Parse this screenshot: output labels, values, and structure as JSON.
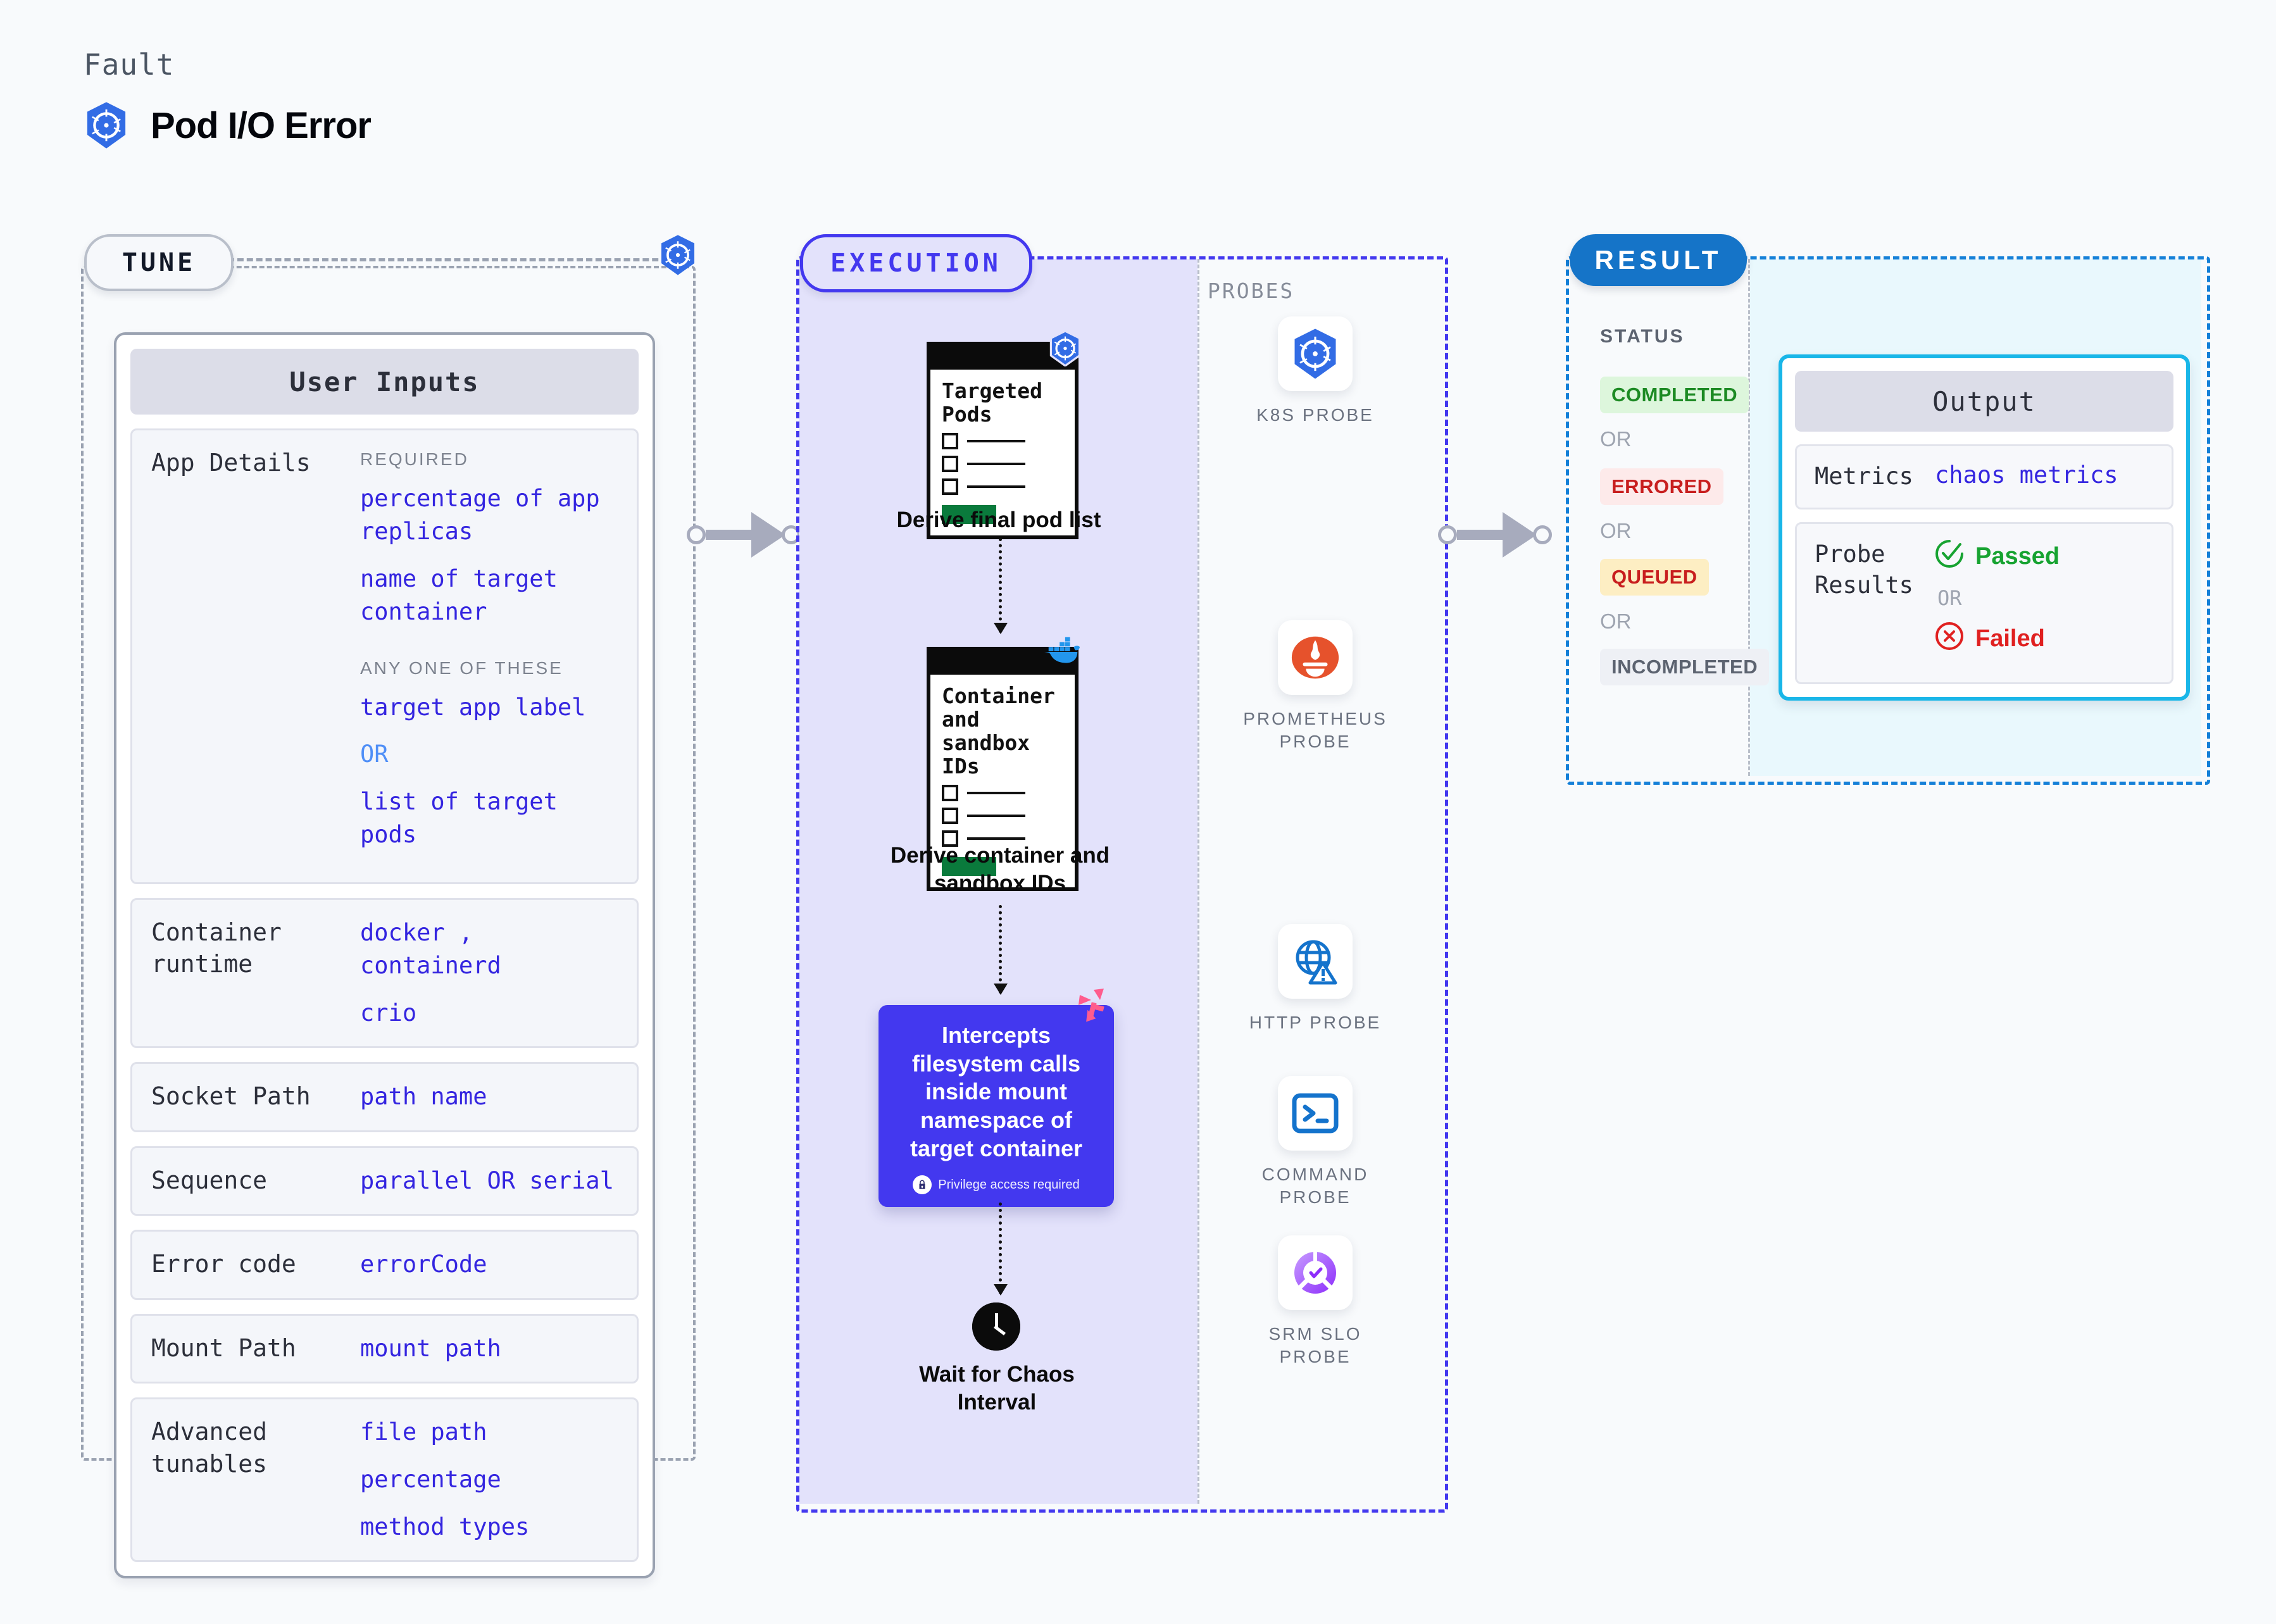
{
  "header": {
    "kicker": "Fault",
    "title": "Pod I/O Error",
    "icon": "kubernetes-icon"
  },
  "tune": {
    "badge": "TUNE",
    "node_icon": "kubernetes-icon",
    "card_title": "User Inputs",
    "rows": [
      {
        "label": "App Details",
        "groups": [
          {
            "heading": "REQUIRED",
            "items": [
              "percentage of app replicas",
              "name of target container"
            ]
          },
          {
            "heading": "ANY ONE OF THESE",
            "items": [
              "target app label",
              "OR",
              "list of target pods"
            ]
          }
        ]
      },
      {
        "label": "Container runtime",
        "values": [
          "docker , containerd",
          "crio"
        ]
      },
      {
        "label": "Socket Path",
        "values": [
          "path name"
        ]
      },
      {
        "label": "Sequence",
        "values": [
          "parallel OR serial"
        ]
      },
      {
        "label": "Error code",
        "values": [
          "errorCode"
        ]
      },
      {
        "label": "Mount Path",
        "values": [
          "mount path"
        ]
      },
      {
        "label": "Advanced tunables",
        "values": [
          "file path",
          "percentage",
          "method types"
        ]
      }
    ]
  },
  "execution": {
    "badge": "EXECUTION",
    "steps": [
      {
        "card_title": "Targeted Pods",
        "caption": "Derive final pod list",
        "badge_icon": "kubernetes-icon"
      },
      {
        "card_title": "Container and sandbox IDs",
        "caption": "Derive container and sandbox IDs",
        "badge_icon": "docker-icon"
      }
    ],
    "intercept": {
      "text": "Intercepts filesystem calls inside mount namespace of target container",
      "note": "Privilege access required",
      "note_icon": "lock-icon",
      "corner_icon": "litmus-icon"
    },
    "wait": {
      "caption": "Wait for Chaos Interval",
      "icon": "clock-icon"
    }
  },
  "probes": {
    "title": "PROBES",
    "items": [
      {
        "label": "K8S PROBE",
        "icon": "kubernetes-icon"
      },
      {
        "label": "PROMETHEUS PROBE",
        "icon": "prometheus-icon"
      },
      {
        "label": "HTTP PROBE",
        "icon": "http-globe-icon"
      },
      {
        "label": "COMMAND PROBE",
        "icon": "terminal-icon"
      },
      {
        "label": "SRM SLO PROBE",
        "icon": "srm-slo-icon"
      }
    ]
  },
  "result": {
    "badge": "RESULT",
    "status_title": "STATUS",
    "statuses": [
      {
        "label": "COMPLETED",
        "fg": "#1c8a23",
        "bg": "#ddf6dc"
      },
      {
        "label": "ERRORED",
        "fg": "#c81e1e",
        "bg": "#fdeaea"
      },
      {
        "label": "QUEUED",
        "fg": "#c81e1e",
        "bg": "#fdeec3"
      },
      {
        "label": "INCOMPLETED",
        "fg": "#5c6370",
        "bg": "#eef0f5"
      }
    ],
    "or_label": "OR",
    "output": {
      "title": "Output",
      "metrics_label": "Metrics",
      "metrics_value": "chaos metrics",
      "probe_results_label": "Probe Results",
      "passed": "Passed",
      "failed": "Failed",
      "or_label": "OR"
    }
  },
  "colors": {
    "accent_blue": "#3425e0",
    "execution_purple": "#4338ef",
    "result_blue": "#1574c8",
    "output_cyan": "#19b6e8"
  }
}
